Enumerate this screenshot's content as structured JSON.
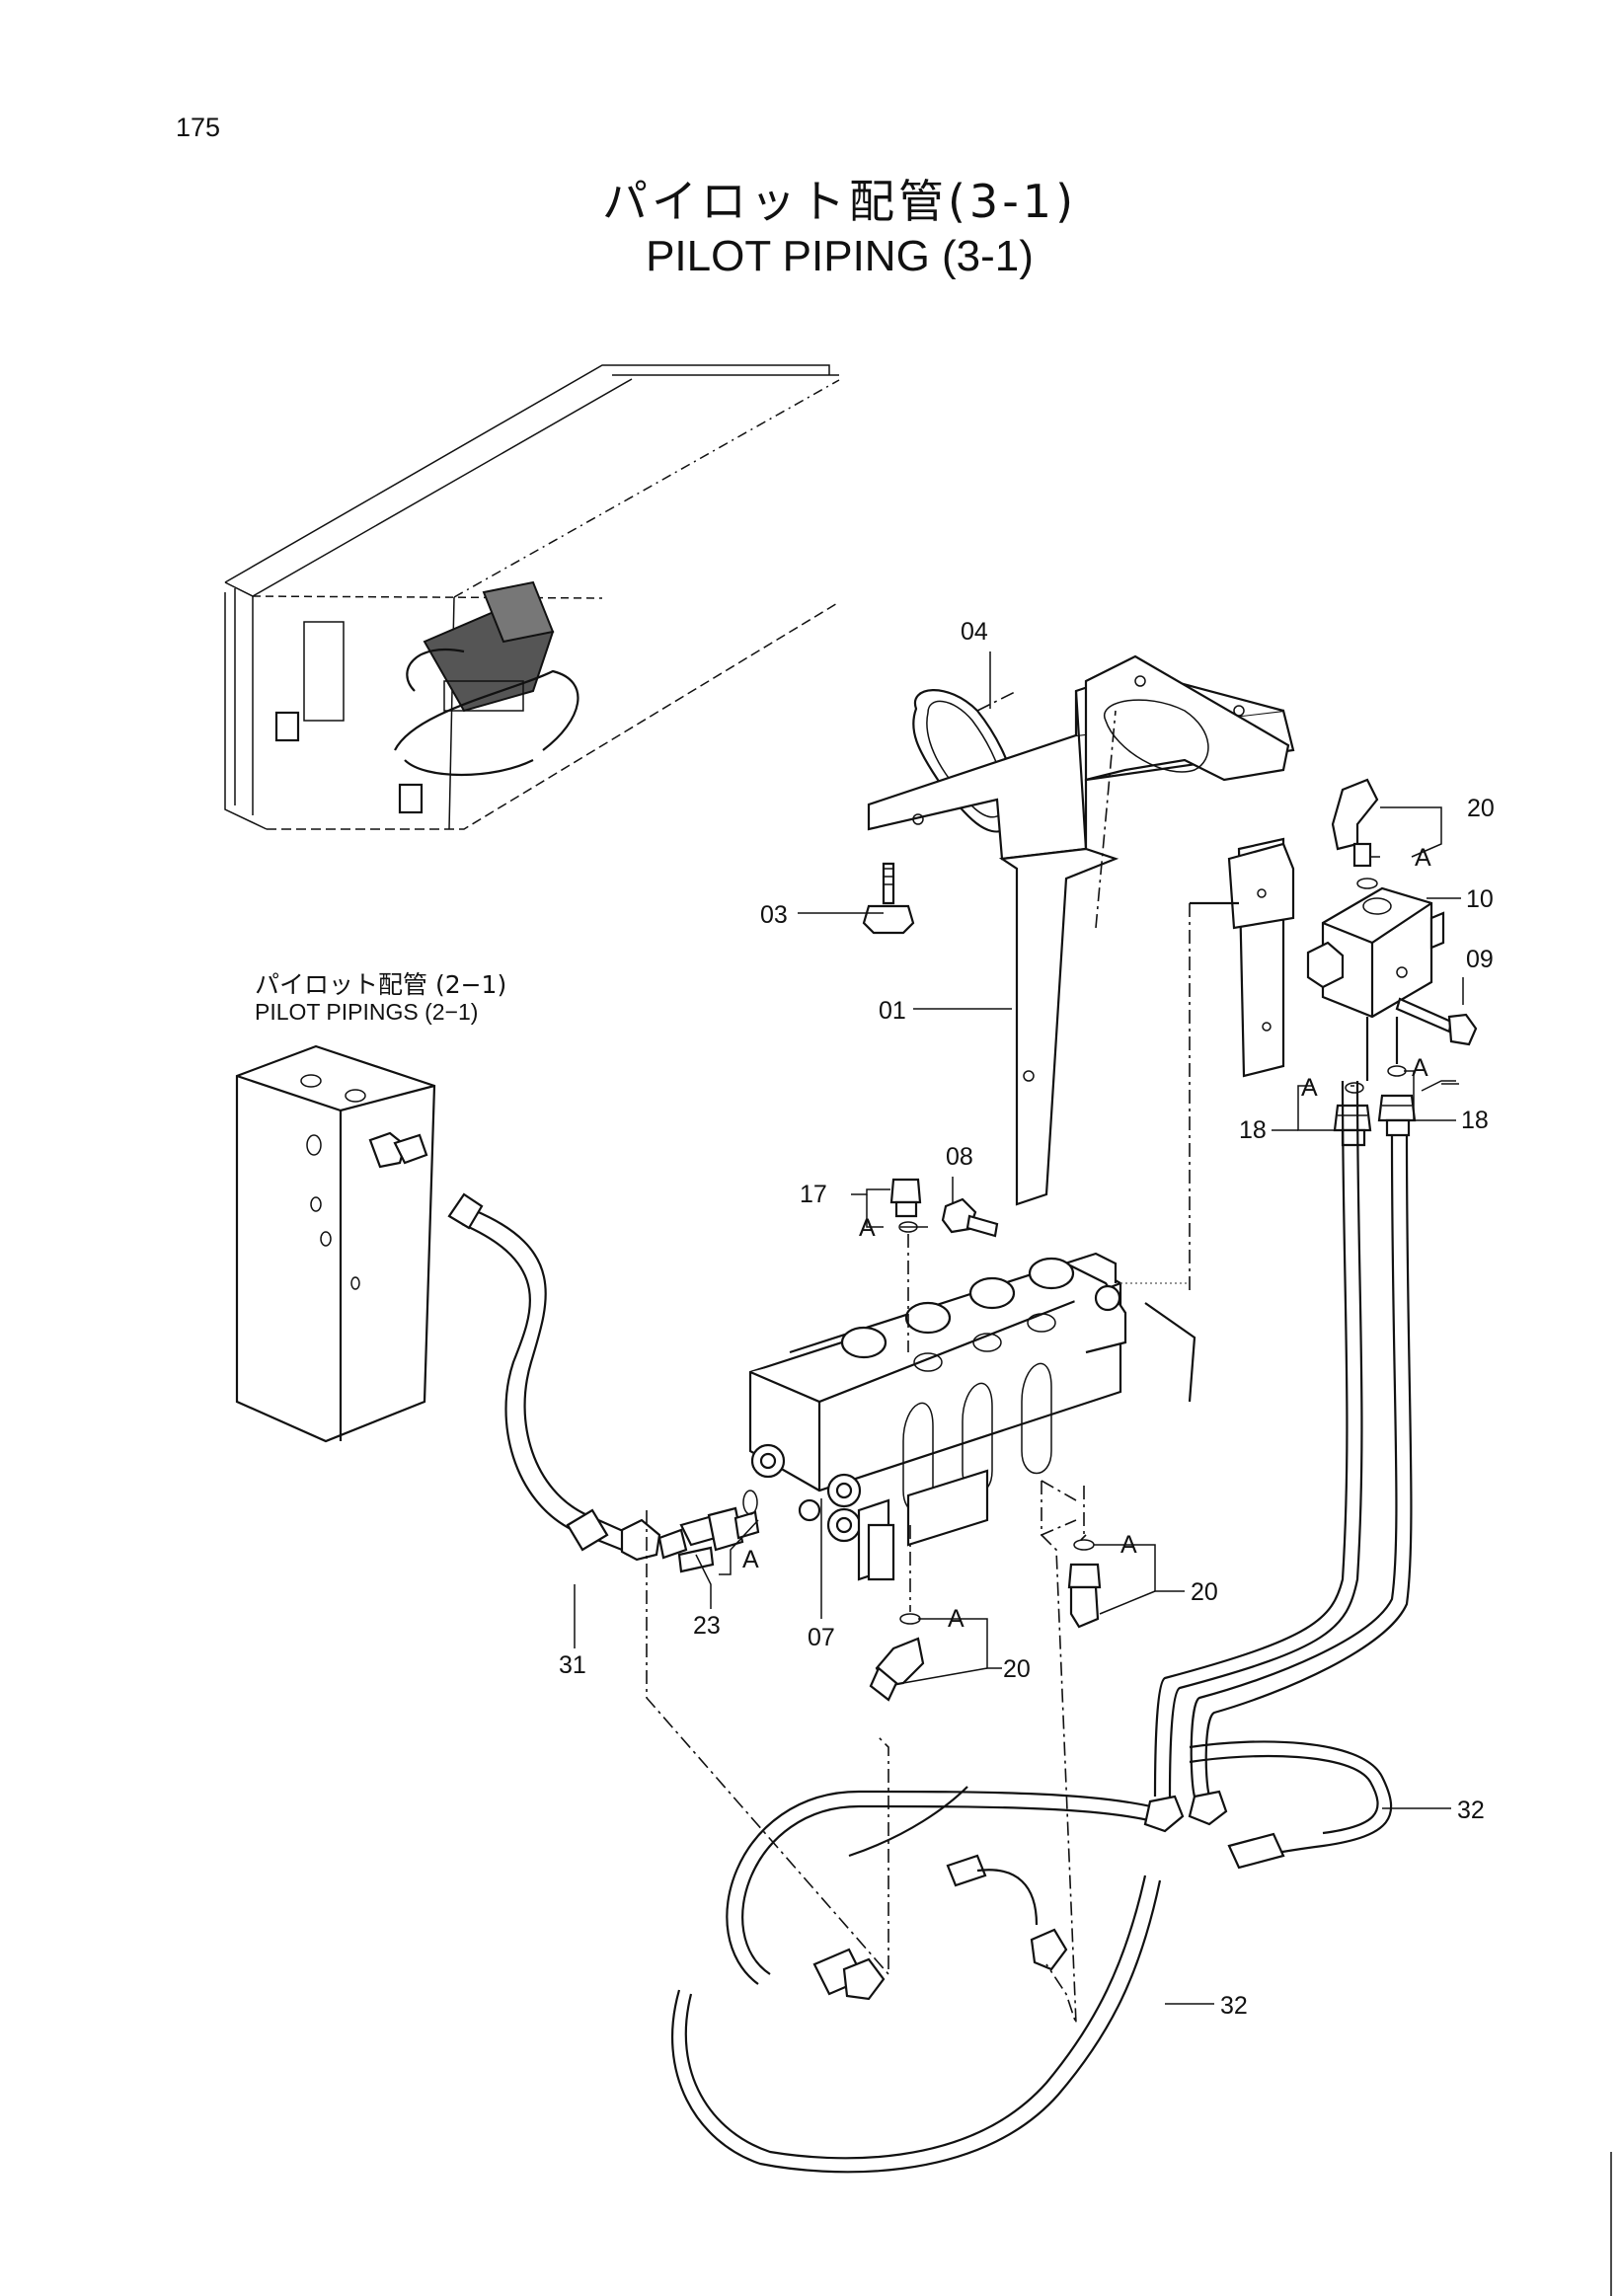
{
  "page_number": "175",
  "title": {
    "japanese": "パイロット配管(3-1)",
    "english": "PILOT PIPING (3-1)"
  },
  "reference": {
    "japanese": "パイロット配管 (2−1)",
    "english": "PILOT  PIPINGS (2−1)"
  },
  "callouts": {
    "p01": "01",
    "p03": "03",
    "p04": "04",
    "p07": "07",
    "p08": "08",
    "p09": "09",
    "p10": "10",
    "p17": "17",
    "p18a": "18",
    "p18b": "18",
    "p20a": "20",
    "p20b": "20",
    "p20c": "20",
    "p23": "23",
    "p31": "31",
    "p32a": "32",
    "p32b": "32",
    "a1": "A",
    "a2": "A",
    "a3": "A",
    "a4": "A",
    "a5": "A",
    "a6": "A",
    "a7": "A"
  }
}
